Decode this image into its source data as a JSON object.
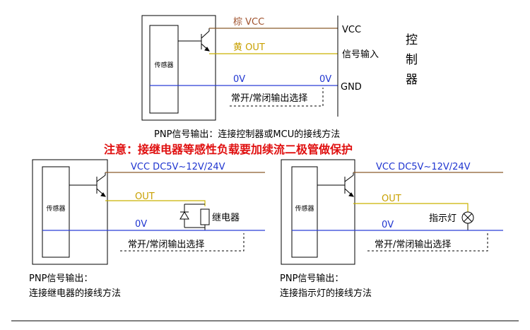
{
  "colors": {
    "brown": "#8b5a2b",
    "yellow": "#c9b200",
    "blue": "#2b3fd6",
    "black": "#000000",
    "red": "#e01010",
    "wire_label_brown": "#a0522d",
    "wire_label_yellow": "#c8a000",
    "wire_label_blue": "#1f35d0"
  },
  "top": {
    "sensor_label": "传感器",
    "wire_vcc_label": "棕 VCC",
    "wire_out_label": "黄 OUT",
    "wire_0v_label": "0V",
    "wire_0v_right_label": "0V",
    "no_nc_label": "常开/常闭输出选择",
    "ctrl_vcc": "VCC",
    "ctrl_signal": "信号输入",
    "ctrl_gnd": "GND",
    "ctrl_name_1": "控",
    "ctrl_name_2": "制",
    "ctrl_name_3": "器",
    "caption": "PNP信号输出：连接控制器或MCU的接线方法"
  },
  "warning": "注意：接继电器等感性负载要加续流二极管做保护",
  "left": {
    "sensor_label": "传感器",
    "vcc_label": "VCC DC5V~12V/24V",
    "out_label": "OUT",
    "zero_label": "0V",
    "relay_label": "继电器",
    "no_nc_label": "常开/常闭输出选择",
    "caption_1": "PNP信号输出：",
    "caption_2": "连接继电器的接线方法"
  },
  "right": {
    "sensor_label": "传感器",
    "vcc_label": "VCC DC5V~12V/24V",
    "out_label": "OUT",
    "zero_label": "0V",
    "lamp_label": "指示灯",
    "no_nc_label": "常开/常闭输出选择",
    "caption_1": "PNP信号输出：",
    "caption_2": "连接指示灯的接线方法"
  }
}
